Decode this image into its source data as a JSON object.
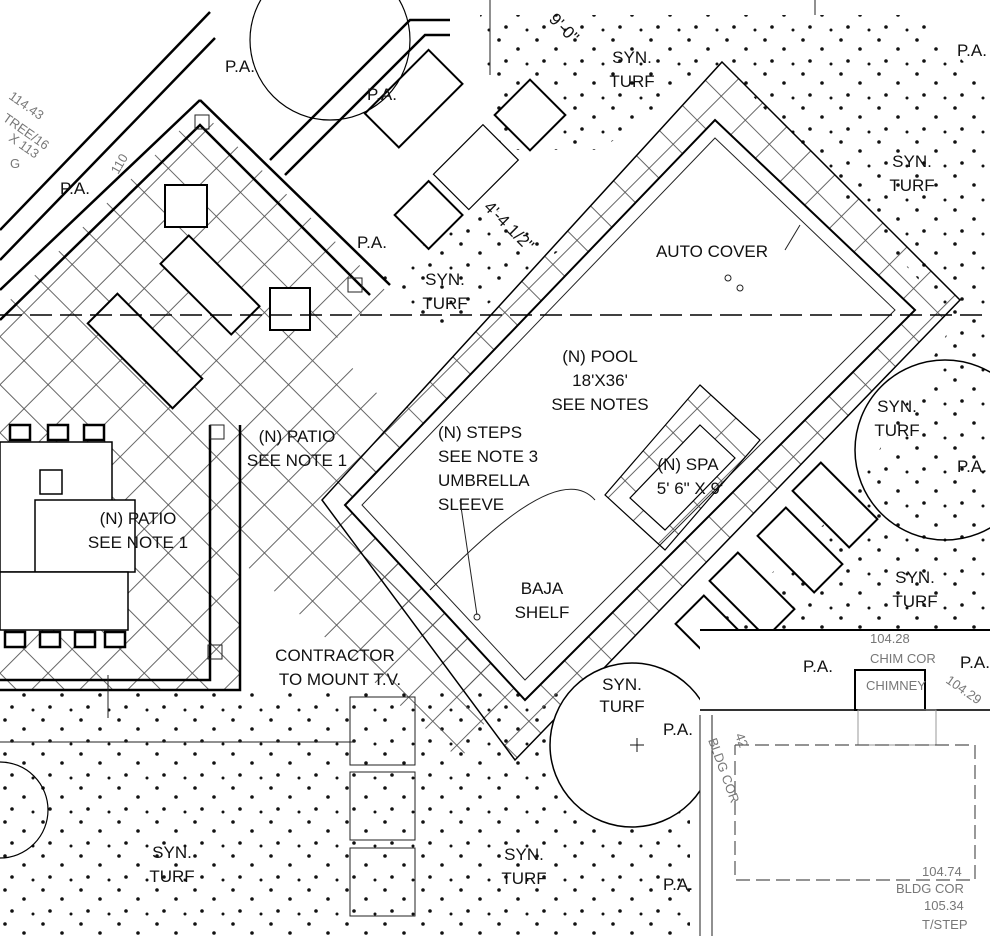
{
  "labels": {
    "pa": "P.A.",
    "syn_turf_1": "SYN.",
    "syn_turf_2": "TURF",
    "auto_cover": "AUTO COVER",
    "pool_1": "(N) POOL",
    "pool_2": "18'X36'",
    "pool_3": "SEE NOTES",
    "steps_1": "(N) STEPS",
    "steps_2": "SEE NOTE 3",
    "steps_3": "UMBRELLA",
    "steps_4": "SLEEVE",
    "spa_1": "(N) SPA",
    "spa_2": "5' 6\" X 9'",
    "baja_1": "BAJA",
    "baja_2": "SHELF",
    "patio_1": "(N) PATIO",
    "patio_2": "SEE NOTE 1",
    "contractor_1": "CONTRACTOR",
    "contractor_2": "TO MOUNT T.V.",
    "dim_9ft": "9'-0\"",
    "dim_4ft": "4'-4 1/2\"",
    "chimney": "CHIMNEY",
    "chim_cor_elev": "104.28",
    "chim_cor": "CHIM COR",
    "chim_cor_elev_2": "104.29",
    "bldg_cor_elev": "104.74",
    "bldg_cor": "BLDG COR",
    "tstep_elev": "105.34",
    "tstep": "T/STEP",
    "bldg_cor_left": "BLDG COR",
    "bldg_cor_left_elev": "42",
    "tree_elev": "114.43",
    "tree": "TREE/16",
    "contour_110": "110",
    "x113": "X 113",
    "g": "G"
  },
  "colors": {
    "line": "#111111",
    "background": "#ffffff",
    "secondary": "#999999"
  }
}
